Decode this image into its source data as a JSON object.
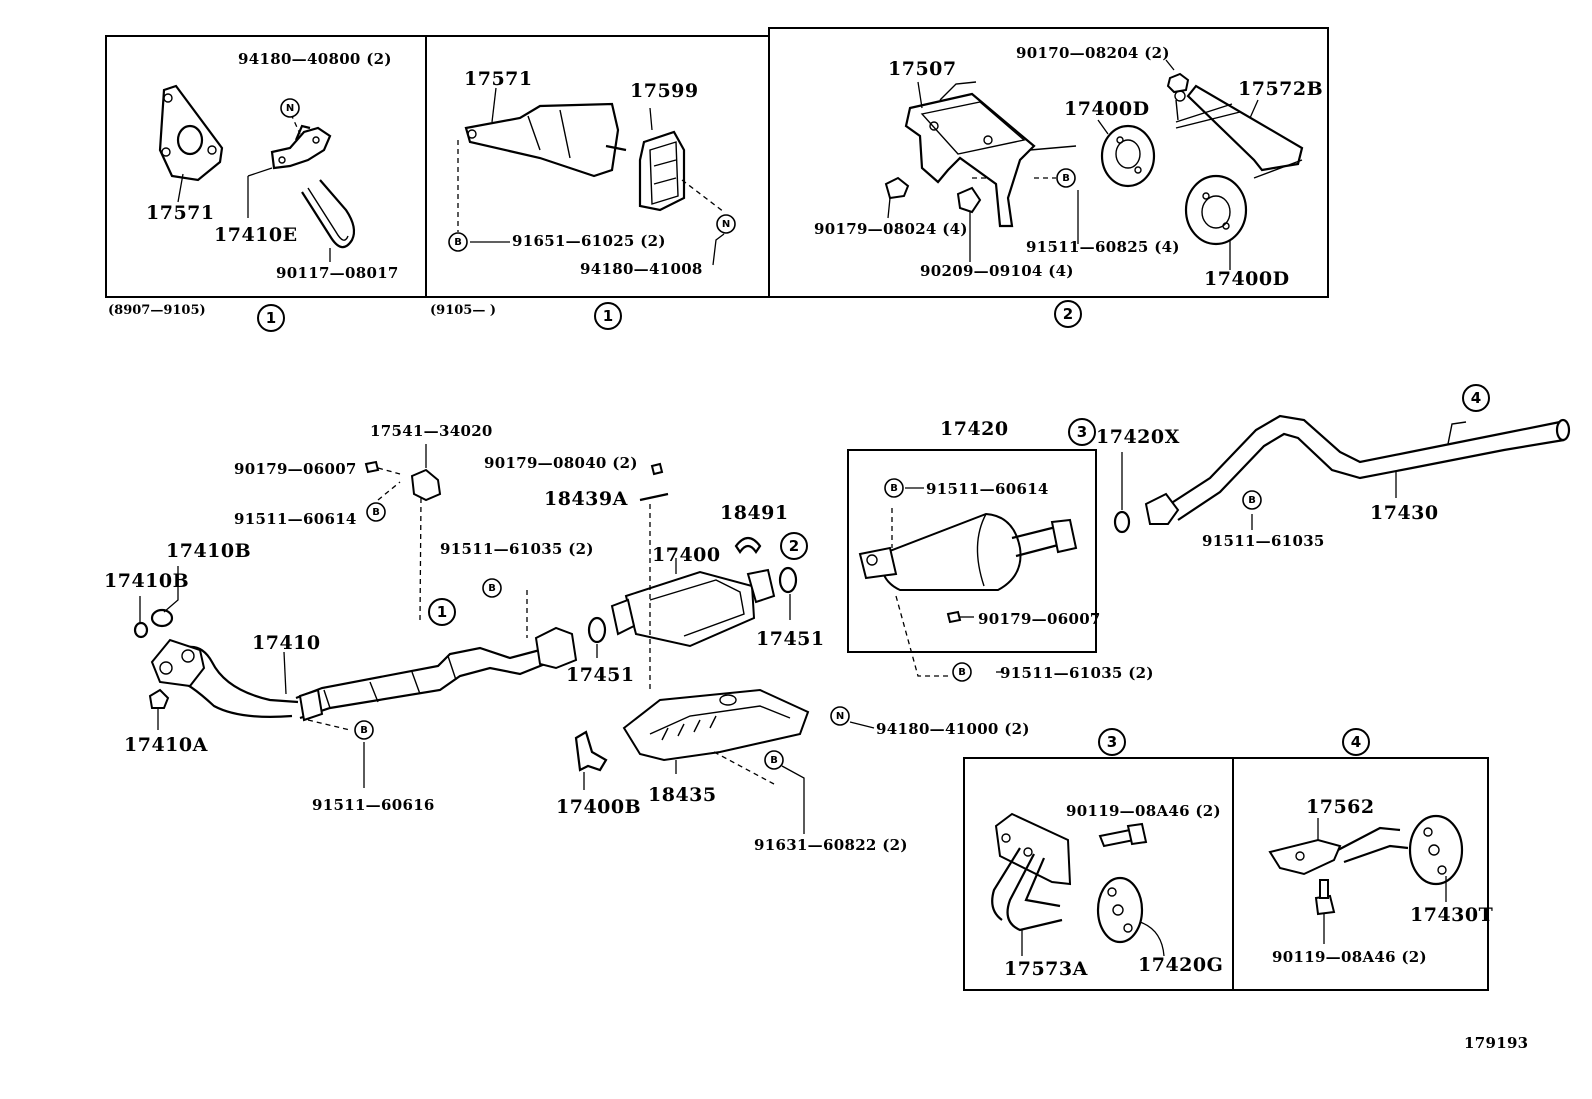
{
  "diagram": {
    "drawing_number": "179193",
    "date_ranges": {
      "left": "(8907—9105)",
      "right": "(9105—        )"
    },
    "markers": {
      "bolt": "B",
      "nut": "N"
    },
    "refs": {
      "r1": "1",
      "r2": "2",
      "r3": "3",
      "r4": "4"
    },
    "labels": {
      "p17571_a": "17571",
      "p94180_40800": "94180—40800 (2)",
      "p17410E": "17410E",
      "p90117_08017": "90117—08017",
      "p17571_b": "17571",
      "p17599": "17599",
      "p91651_61025": "91651—61025 (2)",
      "p94180_41008": "94180—41008",
      "p17507": "17507",
      "p90170_08204": "90170—08204 (2)",
      "p17400D_a": "17400D",
      "p17572B": "17572B",
      "p90179_08024": "90179—08024 (4)",
      "p91511_60825": "91511—60825 (4)",
      "p90209_09104": "90209—09104 (4)",
      "p17400D_b": "17400D",
      "p17541_34020": "17541—34020",
      "p90179_06007_a": "90179—06007",
      "p91511_60614_a": "91511—60614",
      "p90179_08040": "90179—08040 (2)",
      "p18439A": "18439A",
      "p18491": "18491",
      "p17410B_a": "17410B",
      "p17410B_b": "17410B",
      "p91511_61035_a": "91511—61035 (2)",
      "p17400": "17400",
      "p17410": "17410",
      "p17451_a": "17451",
      "p17451_b": "17451",
      "p17410A": "17410A",
      "p91511_60616": "91511—60616",
      "p18435": "18435",
      "p17400B": "17400B",
      "p94180_41000": "94180—41000 (2)",
      "p91631_60822": "91631—60822 (2)",
      "p17420": "17420",
      "p91511_60614_b": "91511—60614",
      "p90179_06007_b": "90179—06007",
      "p91511_61035_b": "91511—61035 (2)",
      "p17420X": "17420X",
      "p91511_61035_c": "91511—61035",
      "p17430": "17430",
      "p90119_08A46_a": "90119—08A46 (2)",
      "p17573A": "17573A",
      "p17420G": "17420G",
      "p17562": "17562",
      "p17430T": "17430T",
      "p90119_08A46_b": "90119—08A46 (2)"
    }
  }
}
